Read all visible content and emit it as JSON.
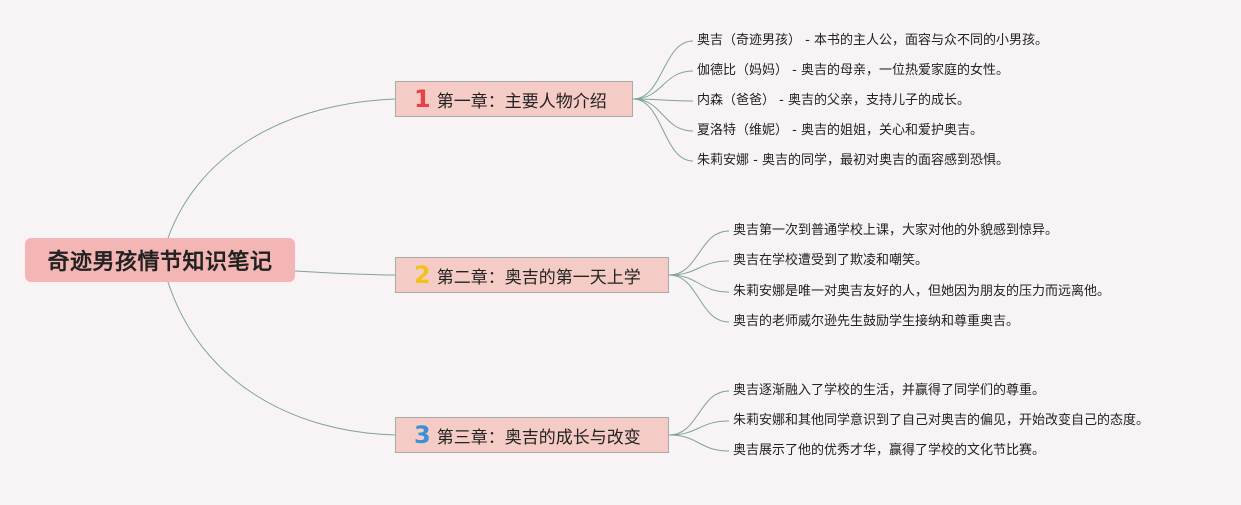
{
  "root": {
    "title": "奇迹男孩情节知识笔记"
  },
  "chapters": [
    {
      "number": "1",
      "number_color": "#e8404a",
      "title": "第一章：主要人物介绍",
      "items": [
        "奥吉（奇迹男孩） - 本书的主人公，面容与众不同的小男孩。",
        "伽德比（妈妈） - 奥吉的母亲，一位热爱家庭的女性。",
        "内森（爸爸） - 奥吉的父亲，支持儿子的成长。",
        "夏洛特（维妮） - 奥吉的姐姐，关心和爱护奥吉。",
        "朱莉安娜 - 奥吉的同学，最初对奥吉的面容感到恐惧。"
      ]
    },
    {
      "number": "2",
      "number_color": "#f2c21c",
      "title": "第二章：奥吉的第一天上学",
      "items": [
        "奥吉第一次到普通学校上课，大家对他的外貌感到惊异。",
        "奥吉在学校遭受到了欺凌和嘲笑。",
        "朱莉安娜是唯一对奥吉友好的人，但她因为朋友的压力而远离他。",
        "奥吉的老师威尔逊先生鼓励学生接纳和尊重奥吉。"
      ]
    },
    {
      "number": "3",
      "number_color": "#3a8fd8",
      "title": "第三章：奥吉的成长与改变",
      "items": [
        "奥吉逐渐融入了学校的生活，并赢得了同学们的尊重。",
        "朱莉安娜和其他同学意识到了自己对奥吉的偏见，开始改变自己的态度。",
        "奥吉展示了他的优秀才华，赢得了学校的文化节比赛。"
      ]
    }
  ],
  "colors": {
    "line": "#7fa39a",
    "root_bg": "#f3b6b4",
    "chapter_bg": "#f5cbc6",
    "background": "#f8f3f4"
  }
}
